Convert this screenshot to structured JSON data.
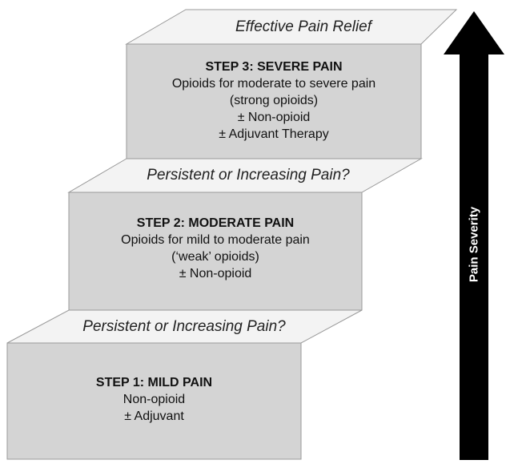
{
  "slabs": {
    "top": "Effective Pain Relief",
    "middle": "Persistent or Increasing Pain?",
    "bottom": "Persistent or Increasing Pain?"
  },
  "steps": [
    {
      "title": "STEP 1: MILD PAIN",
      "lines": [
        "Non-opioid",
        "± Adjuvant"
      ]
    },
    {
      "title": "STEP 2: MODERATE PAIN",
      "lines": [
        "Opioids for mild to moderate pain",
        "(‘weak’ opioids)",
        "± Non-opioid"
      ]
    },
    {
      "title": "STEP 3: SEVERE PAIN",
      "lines": [
        "Opioids for moderate to severe pain",
        "(strong opioids)",
        "± Non-opioid",
        "± Adjuvant Therapy"
      ]
    }
  ],
  "axis": {
    "label": "Pain Severity"
  },
  "colors": {
    "step_fill": "#d4d4d4",
    "slab_fill": "#f3f3f3",
    "stroke": "#9a9a9a",
    "arrow": "#000000"
  }
}
